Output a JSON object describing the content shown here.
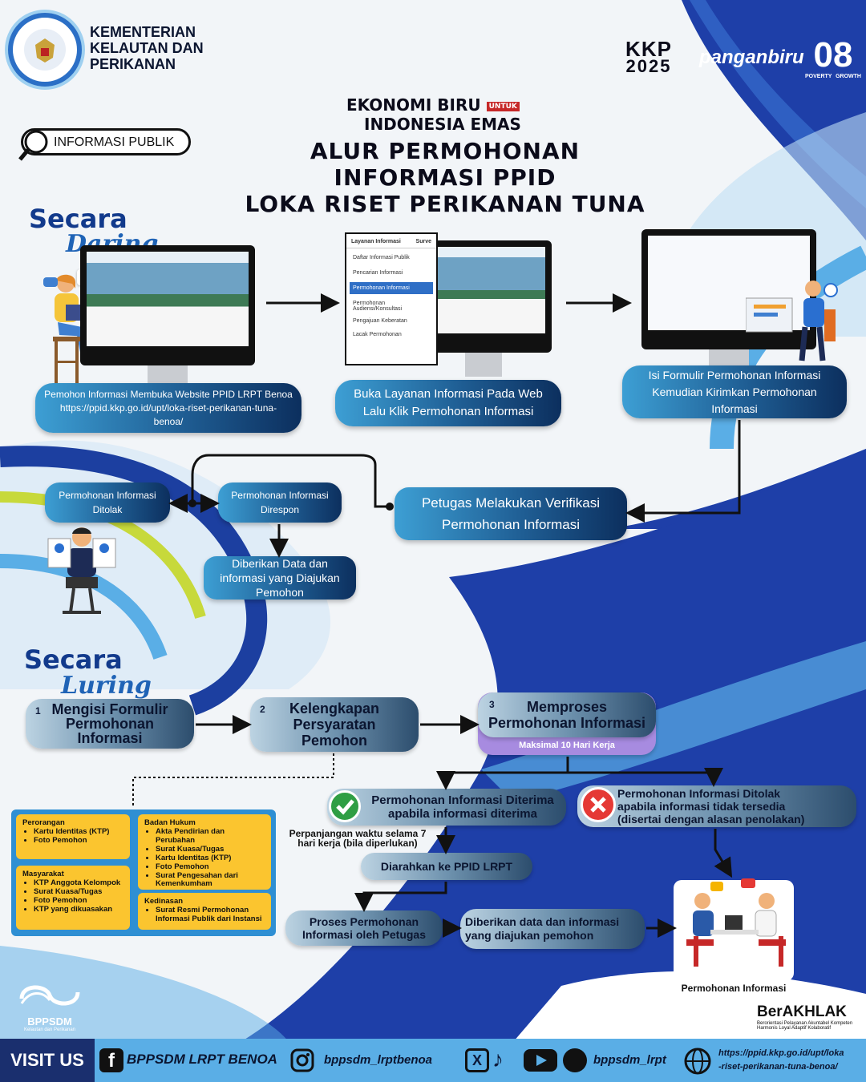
{
  "header": {
    "ministry": [
      "KEMENTERIAN",
      "KELAUTAN DAN",
      "PERIKANAN"
    ],
    "kkp_label": "KKP",
    "kkp_year": "2025",
    "panganbiru": "panganbiru",
    "poverty_number": "08",
    "poverty_label_left": "POVERTY",
    "poverty_label_right": "GROWTH",
    "slogan_line1_a": "EKONOMI BIRU",
    "slogan_untuk": "UNTUK",
    "slogan_line2": "INDONESIA EMAS",
    "info_publik": "INFORMASI PUBLIK"
  },
  "title": [
    "ALUR PERMOHONAN",
    "INFORMASI PPID",
    "LOKA RISET PERIKANAN TUNA"
  ],
  "daring": {
    "label_top": "Secara",
    "label_bottom": "Daring",
    "step1": [
      "Pemohon Informasi Membuka Website PPID LRPT Benoa",
      "https://ppid.kkp.go.id/upt/loka-riset-perikanan-tuna-",
      "benoa/"
    ],
    "step2": [
      "Buka Layanan Informasi Pada Web",
      "Lalu Klik Permohonan Informasi"
    ],
    "step3": [
      "Isi Formulir Permohonan Informasi",
      "Kemudian Kirimkan Permohonan",
      "Informasi"
    ],
    "menu_header": "Layanan Informasi",
    "menu_header2": "Surve",
    "menu_items": [
      "Daftar Informasi Publik",
      "Pencarian Informasi",
      "Permohonan Informasi",
      "Permohonan Audiensi/Konsultasi",
      "Pengajuan Keberatan",
      "Lacak Permohonan"
    ],
    "verifikasi": [
      "Petugas Melakukan Verifikasi",
      "Permohonan Informasi"
    ],
    "ditolak": [
      "Permohonan Informasi",
      "Ditolak"
    ],
    "direspon": [
      "Permohonan Informasi",
      "Direspon"
    ],
    "diberikan": [
      "Diberikan Data dan",
      "informasi yang Diajukan",
      "Pemohon"
    ]
  },
  "luring": {
    "label_top": "Secara",
    "label_bottom": "Luring",
    "step1_num": "1",
    "step1": [
      "Mengisi Formulir",
      "Permohonan",
      "Informasi"
    ],
    "step2_num": "2",
    "step2": [
      "Kelengkapan",
      "Persyaratan",
      "Pemohon"
    ],
    "step3_num": "3",
    "step3": [
      "Memproses",
      "Permohonan Informasi"
    ],
    "step3_note": "Maksimal 10 Hari Kerja",
    "diterima": [
      "Permohonan Informasi Diterima",
      "apabila informasi diterima"
    ],
    "ditolak": [
      "Permohonan Informasi Ditolak",
      "apabila informasi tidak tersedia",
      "(disertai dengan alasan penolakan)"
    ],
    "perpanjangan": [
      "Perpanjangan waktu selama 7",
      "hari kerja (bila diperlukan)"
    ],
    "diarahkan": "Diarahkan ke PPID LRPT",
    "proses": [
      "Proses Permohonan",
      "Informasi oleh Petugas"
    ],
    "diberikan": [
      "Diberikan data dan informasi",
      "yang diajukan pemohon"
    ],
    "permohonan_label": "Permohonan Informasi"
  },
  "requirements": {
    "perorangan": {
      "title": "Perorangan",
      "items": [
        "Kartu Identitas (KTP)",
        "Foto Pemohon"
      ]
    },
    "masyarakat": {
      "title": "Masyarakat",
      "items": [
        "KTP Anggota Kelompok",
        "Surat Kuasa/Tugas",
        "Foto Pemohon",
        "KTP yang dikuasakan"
      ]
    },
    "badan_hukum": {
      "title": "Badan Hukum",
      "items": [
        "Akta Pendirian dan Perubahan",
        "Surat Kuasa/Tugas",
        "Kartu Identitas (KTP)",
        "Foto Pemohon",
        "Surat Pengesahan dari Kemenkumham"
      ]
    },
    "kedinasan": {
      "title": "Kedinasan",
      "items": [
        "Surat Resmi Permohonan Informasi Publik dari Instansi"
      ]
    }
  },
  "footer": {
    "bppsdm": "BPPSDM",
    "bppsdm_sub": "Kelautan dan Perikanan",
    "berakhlak": "BerAKHLAK",
    "berakhlak_sub1": "Berorientasi Pelayanan Akuntabel Kompeten",
    "berakhlak_sub2": "Harmonis Loyal Adaptif Kolaboratif",
    "visit": "VISIT US",
    "facebook": "BPPSDM LRPT BENOA",
    "instagram": "bppsdm_lrptbenoa",
    "social": "bppsdm_lrpt",
    "url": [
      "https://ppid.kkp.go.id/upt/loka",
      "-riset-perikanan-tuna-benoa/"
    ]
  },
  "colors": {
    "accent": "#1f5e94",
    "navy": "#0c2f5e",
    "yellow": "#fbc52f",
    "sky": "#5aaee6"
  }
}
